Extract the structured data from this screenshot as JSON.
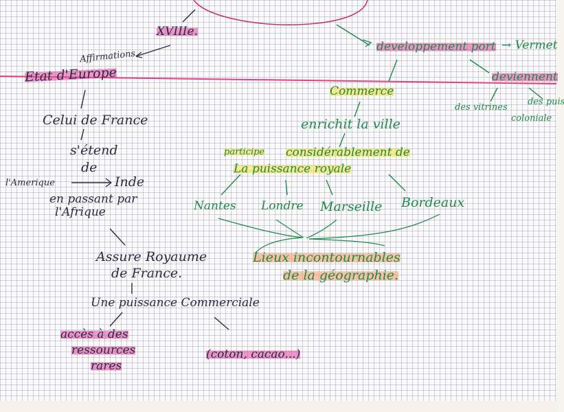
{
  "notes": {
    "xviiie": "XVIIIe.",
    "affirmations": "Affirmations",
    "etat_europe": "Etat d'Europe",
    "celui_de_france": "Celui de France",
    "s_etend": "s'étend",
    "de": "de",
    "amerique": "l'Amerique",
    "inde": "Inde",
    "en_passant_par": "en passant par",
    "afrique": "l'Afrique",
    "assure_royaume": "Assure Royaume",
    "de_france": "de France.",
    "une_puissance": "Une puissance Commerciale",
    "acces": "accès à des",
    "ressources": "ressources",
    "rares": "rares",
    "coton_cacao": "(coton, cacao...)",
    "developpement_port": "developpement port",
    "arrow_vermet": "→ Vermet",
    "deviennent": "deviennent",
    "commerce": "Commerce",
    "des_vitrines": "des vitrines",
    "des_puiss": "des puiss",
    "coloniale": "coloniale",
    "enrichit_la_ville": "enrichit la ville",
    "participe": "participe",
    "considerablement_de": "considérablement de",
    "la_puissance_royale": "La puissance royale",
    "nantes": "Nantes",
    "londre": "Londre",
    "marseille": "Marseille",
    "bordeaux": "Bordeaux",
    "lieux": "Lieux incontournables",
    "de_la_geographie": "de la géographie."
  },
  "colors": {
    "paper": "#fbfaf9",
    "grid_line": "#969bbe",
    "margin_line": "#e0457f",
    "black_ink": "#2a2c44",
    "green_ink": "#1f8a4a",
    "pink_highlight": "#e246a0",
    "yellow_highlight": "#f5e146",
    "orange_highlight": "#f4a06e",
    "top_oval": "#c0366a"
  }
}
